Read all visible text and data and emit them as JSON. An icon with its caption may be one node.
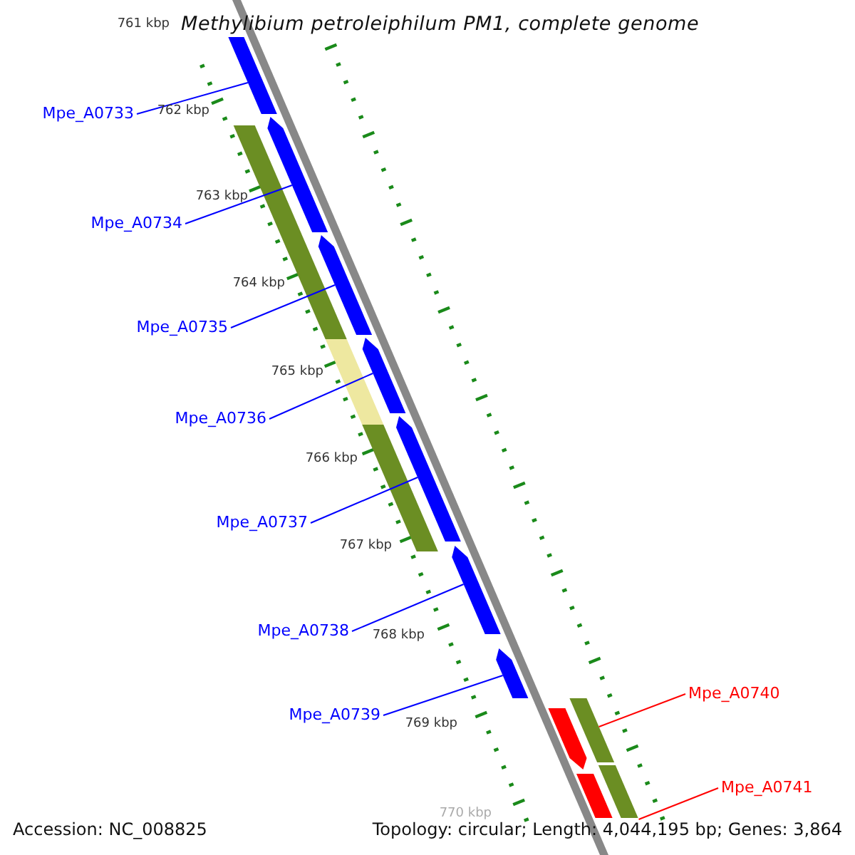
{
  "diagram": {
    "title": "Methylibium petroleiphilum PM1, complete genome",
    "nodes": [
      {
        "text": [
          "Mpe_A0733"
        ]
      },
      {
        "text": [
          "Mpe_A0734"
        ]
      },
      {
        "text": [
          "Mpe_A0735"
        ]
      },
      {
        "text": [
          "Mpe_A0736"
        ]
      },
      {
        "text": [
          "Mpe_A0737"
        ]
      },
      {
        "text": [
          "Mpe_A0738"
        ]
      },
      {
        "text": [
          "Mpe_A0739"
        ]
      },
      {
        "text": [
          "Mpe_A0740"
        ]
      },
      {
        "text": [
          "Mpe_A0741"
        ]
      },
      {
        "text": [],
        "shape": "bar"
      },
      {
        "text": [],
        "shape": "bar"
      },
      {
        "text": [],
        "shape": "bar"
      },
      {
        "text": [],
        "shape": "bar"
      },
      {
        "text": [],
        "shape": "bar"
      },
      {
        "text": [],
        "shape": "bar"
      },
      {
        "text": [],
        "shape": "bar"
      },
      {
        "text": [],
        "shape": "bar"
      },
      {
        "text": [],
        "shape": "bar"
      },
      {
        "text": [],
        "shape": "bar"
      },
      {
        "text": [],
        "shape": "bar"
      },
      {
        "text": [],
        "shape": "bar"
      },
      {
        "text": [],
        "shape": "bar"
      },
      {
        "text": [],
        "shape": "bar"
      }
    ],
    "edges": [
      {
        "from": 0,
        "to": 9,
        "arrow": "none"
      },
      {
        "from": 1,
        "to": 10,
        "arrow": "none"
      },
      {
        "from": 2,
        "to": 12,
        "arrow": "none"
      },
      {
        "from": 3,
        "to": 13,
        "arrow": "none"
      },
      {
        "from": 4,
        "to": 15,
        "arrow": "none"
      },
      {
        "from": 5,
        "to": 17,
        "arrow": "none"
      },
      {
        "from": 6,
        "to": 18,
        "arrow": "none"
      },
      {
        "from": 7,
        "to": 19,
        "arrow": "none",
        "color": "#ff0000"
      },
      {
        "from": 8,
        "to": 21,
        "arrow": "none",
        "color": "#ff0000"
      }
    ],
    "labels": [
      "761 kbp",
      "762 kbp",
      "763 kbp",
      "764 kbp",
      "765 kbp",
      "766 kbp",
      "767 kbp",
      "768 kbp",
      "769 kbp",
      "770 kbp",
      "Accession: NC_008825",
      "Topology: circular; Length: 4,044,195 bp; Genes: 3,864"
    ]
  }
}
